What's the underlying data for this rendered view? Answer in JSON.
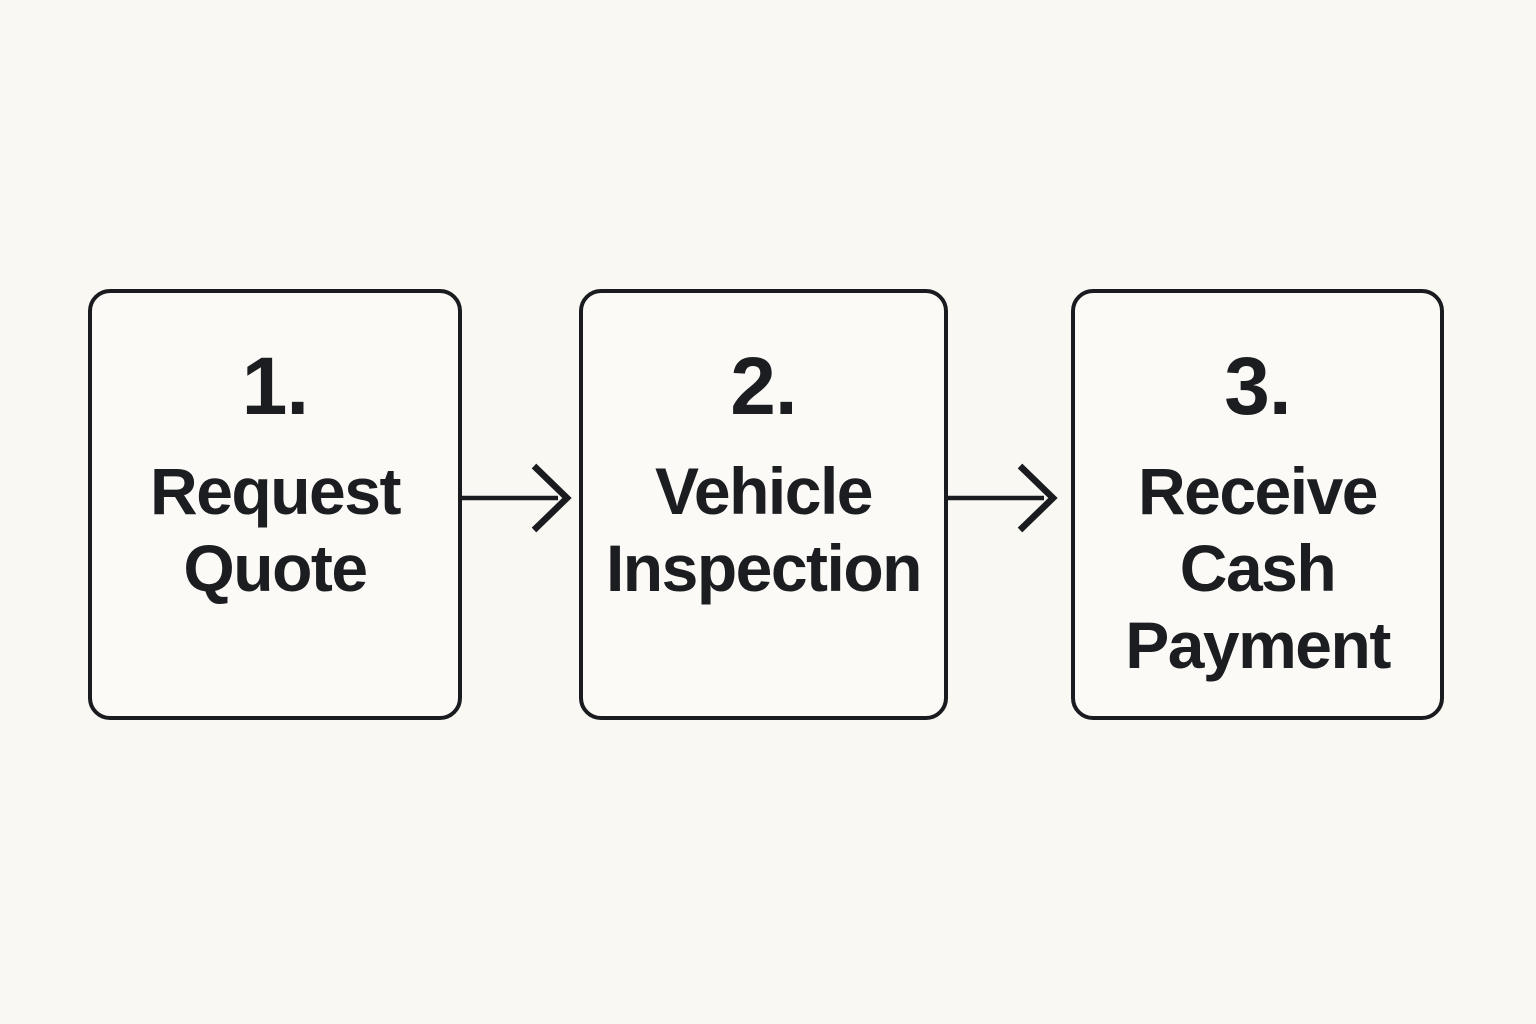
{
  "diagram": {
    "type": "flowchart",
    "direction": "left-to-right",
    "steps": [
      {
        "number": "1.",
        "label": "Request Quote",
        "lines": [
          "Request",
          "Quote"
        ]
      },
      {
        "number": "2.",
        "label": "Vehicle Inspection",
        "lines": [
          "Vehicle",
          "Inspection"
        ]
      },
      {
        "number": "3.",
        "label": "Receive Cash Payment",
        "lines": [
          "Receive",
          "Cash",
          "Payment"
        ]
      }
    ],
    "arrows": [
      {
        "from": "Request Quote",
        "to": "Vehicle Inspection",
        "icon": "arrow-right-icon"
      },
      {
        "from": "Vehicle Inspection",
        "to": "Receive Cash Payment",
        "icon": "arrow-right-icon"
      }
    ],
    "colors": {
      "background": "#F9F8F3",
      "box_fill": "#FBFAF6",
      "stroke": "#191B1F",
      "text": "#1B1D21"
    }
  }
}
